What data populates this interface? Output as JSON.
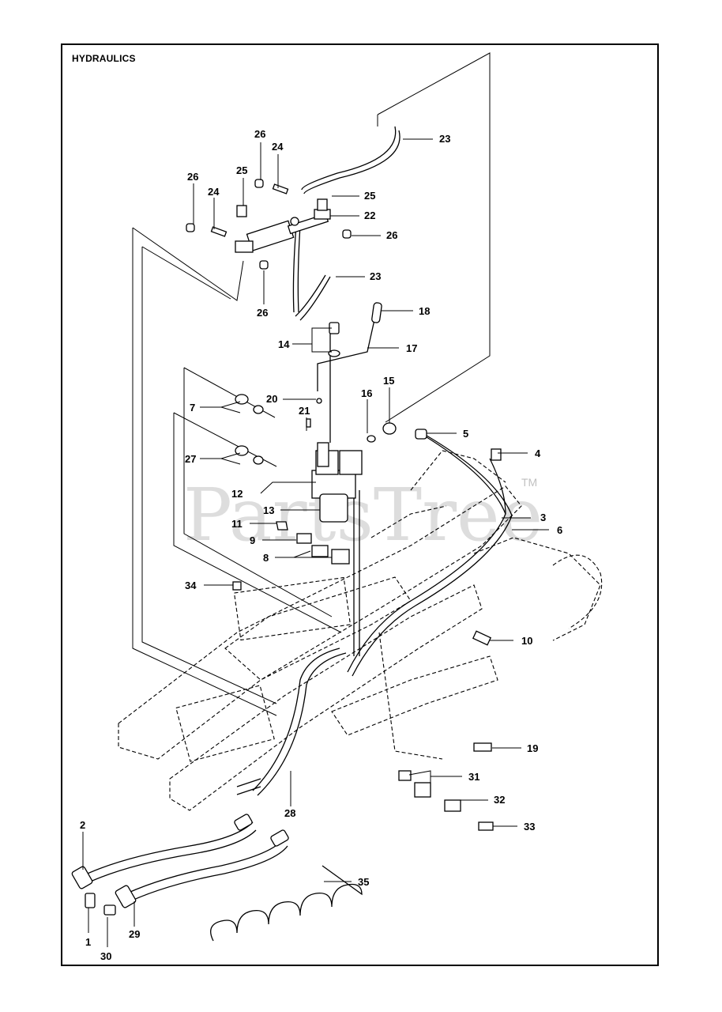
{
  "title": "HYDRAULICS",
  "watermark": {
    "text": "PartsTree",
    "trademark": "TM"
  },
  "callouts": [
    "23",
    "26",
    "24",
    "25",
    "26",
    "24",
    "25",
    "22",
    "26",
    "26",
    "23",
    "18",
    "14",
    "17",
    "20",
    "16",
    "15",
    "21",
    "7",
    "27",
    "5",
    "4",
    "12",
    "13",
    "3",
    "6",
    "11",
    "9",
    "8",
    "34",
    "10",
    "19",
    "31",
    "32",
    "33",
    "28",
    "2",
    "35",
    "1",
    "30",
    "29"
  ]
}
